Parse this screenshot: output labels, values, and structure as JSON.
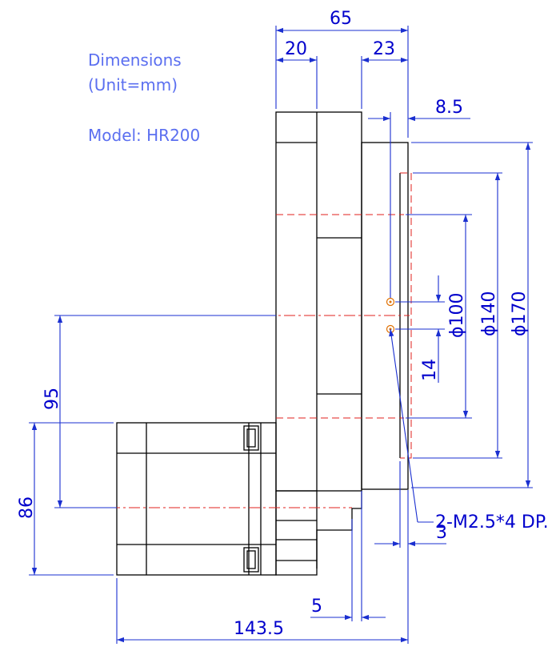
{
  "notes": {
    "title": "Dimensions",
    "unit": "(Unit=mm)",
    "model": "Model: HR200"
  },
  "dimensions": {
    "overall_width": "65",
    "motor_side_width": "20",
    "output_side_width": "23",
    "flange_offset": "8.5",
    "pcd_100": "ϕ100",
    "pcd_140": "ϕ140",
    "outer_170": "ϕ170",
    "hole_spacing": "14",
    "center_height": "95",
    "motor_height": "86",
    "hole_note": "2-M2.5*4 DP.",
    "step_3": "3",
    "step_5": "5",
    "overall_length": "143.5"
  },
  "colors": {
    "object_line": "#000000",
    "dimension_line": "#1a2fd0",
    "center_line": "#e0201c",
    "note_text": "#5b6ff0"
  }
}
